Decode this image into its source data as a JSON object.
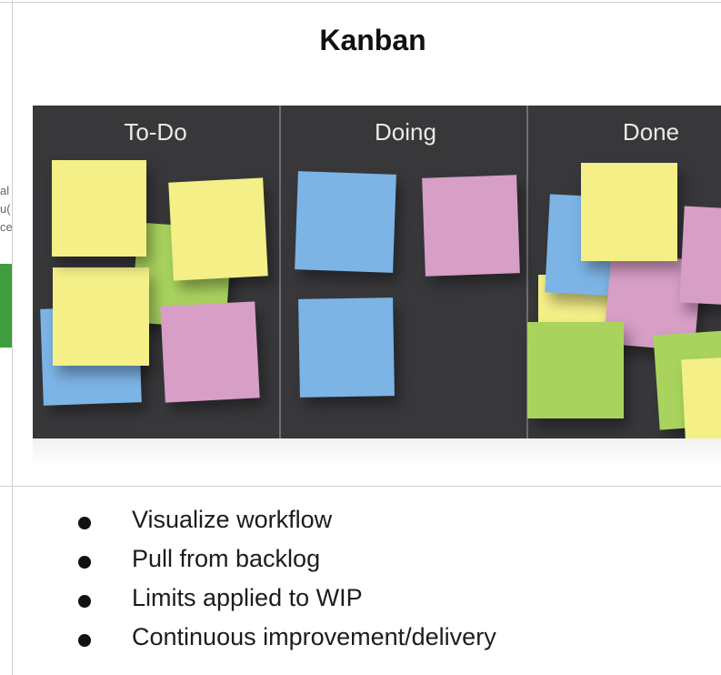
{
  "slide": {
    "title": "Kanban",
    "left_column_peek": [
      "al",
      "u(",
      "ce"
    ]
  },
  "board": {
    "columns": [
      {
        "label": "To-Do"
      },
      {
        "label": "Doing"
      },
      {
        "label": "Done"
      }
    ],
    "background_color": "#38383b",
    "note_colors": {
      "yellow": "#f4ef87",
      "green": "#a9d35e",
      "blue": "#7db4e6",
      "pink": "#d79ec6"
    }
  },
  "bullets": [
    "Visualize workflow",
    "Pull from backlog",
    "Limits applied to WIP",
    "Continuous improvement/delivery"
  ]
}
